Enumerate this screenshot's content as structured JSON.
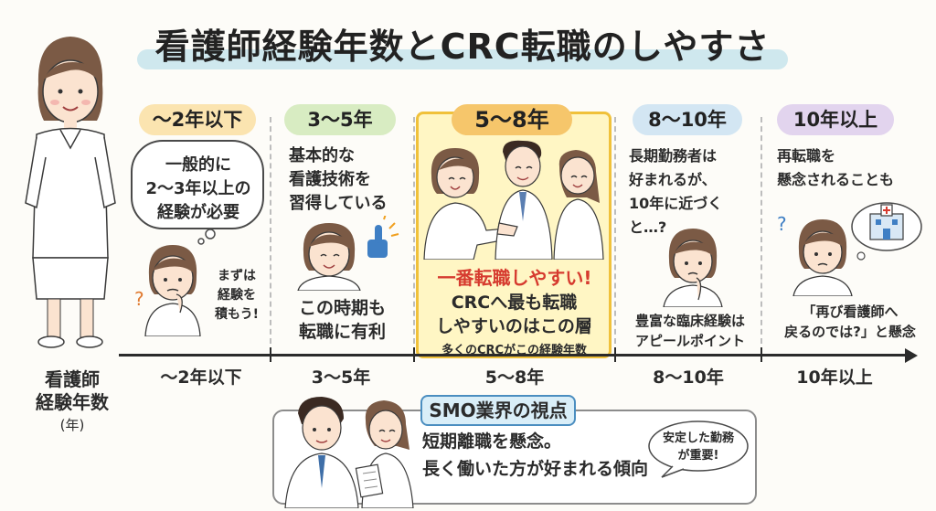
{
  "title": "看護師経験年数とCRC転職のしやすさ",
  "axis_label": {
    "line1": "看護師",
    "line2": "経験年数",
    "unit": "(年)"
  },
  "columns": [
    {
      "pill": "〜2年以下",
      "pill_color": "#fbe4b0",
      "bubble_lines": [
        "一般的に",
        "2〜3年以上の",
        "経験が必要"
      ],
      "side_note": [
        "まずは",
        "経験を",
        "積もう!"
      ],
      "axis_label": "〜2年以下"
    },
    {
      "pill": "3〜5年",
      "pill_color": "#d8ecc2",
      "lines": [
        "基本的な",
        "看護技術を",
        "習得している"
      ],
      "bottom": [
        "この時期も",
        "転職に有利"
      ],
      "axis_label": "3〜5年"
    },
    {
      "pill": "5〜8年",
      "pill_color": "#f6c66b",
      "headline": "一番転職しやすい!",
      "bottom": [
        "CRCへ最も転職",
        "しやすいのはこの層"
      ],
      "note": "多くのCRCがこの経験年数",
      "axis_label": "5〜8年"
    },
    {
      "pill": "8〜10年",
      "pill_color": "#d3e6f3",
      "lines": [
        "長期勤務者は",
        "好まれるが、",
        "10年に近づくと…?"
      ],
      "bottom": [
        "豊富な臨床経験は",
        "アピールポイント"
      ],
      "axis_label": "8〜10年"
    },
    {
      "pill": "10年以上",
      "pill_color": "#e2d4ee",
      "lines": [
        "再転職を",
        "懸念されることも"
      ],
      "bottom": [
        "「再び看護師へ",
        "戻るのでは?」と懸念"
      ],
      "axis_label": "10年以上"
    }
  ],
  "smo": {
    "title": "SMO業界の視点",
    "lines": [
      "短期離職を懸念。",
      "長く働いた方が好まれる傾向"
    ],
    "bubble": [
      "安定した勤務",
      "が重要!"
    ]
  },
  "colors": {
    "accent": "#f0c13a",
    "highlight_bg": "#fff6c4",
    "title_bar": "#cfe8ee",
    "smo_title": "#d9eef8"
  }
}
